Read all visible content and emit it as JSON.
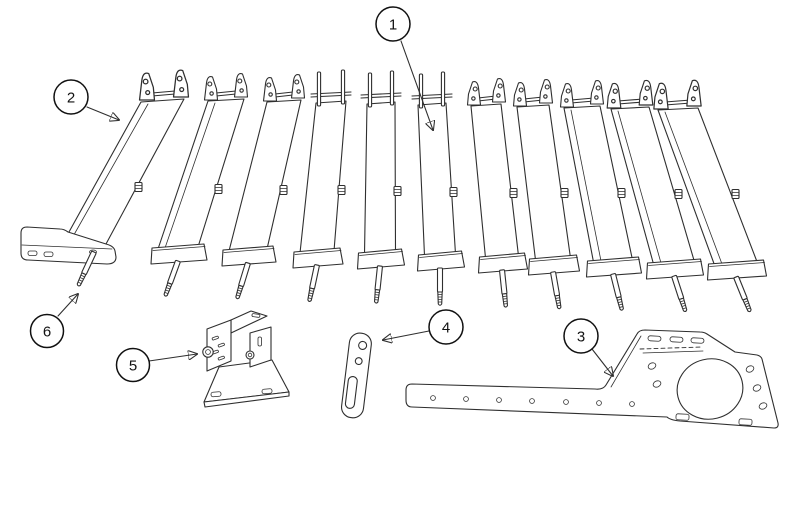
{
  "diagram": {
    "background_color": "#ffffff",
    "line_color": "#2f2f2f",
    "callout_color": "#111111",
    "callouts": [
      {
        "id": 1,
        "label": "1"
      },
      {
        "id": 2,
        "label": "2"
      },
      {
        "id": 3,
        "label": "3"
      },
      {
        "id": 4,
        "label": "4"
      },
      {
        "id": 5,
        "label": "5"
      },
      {
        "id": 6,
        "label": "6"
      }
    ]
  }
}
